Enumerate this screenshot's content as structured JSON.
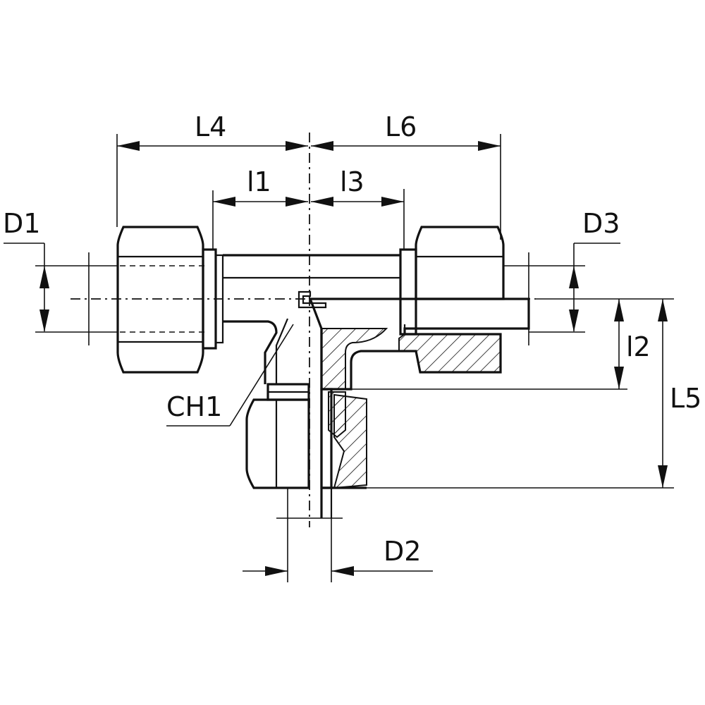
{
  "labels": {
    "L4": "L4",
    "L6": "L6",
    "l1": "l1",
    "l3": "l3",
    "D1": "D1",
    "D3": "D3",
    "l2": "l2",
    "L5": "L5",
    "CH1": "CH1",
    "D2": "D2"
  }
}
